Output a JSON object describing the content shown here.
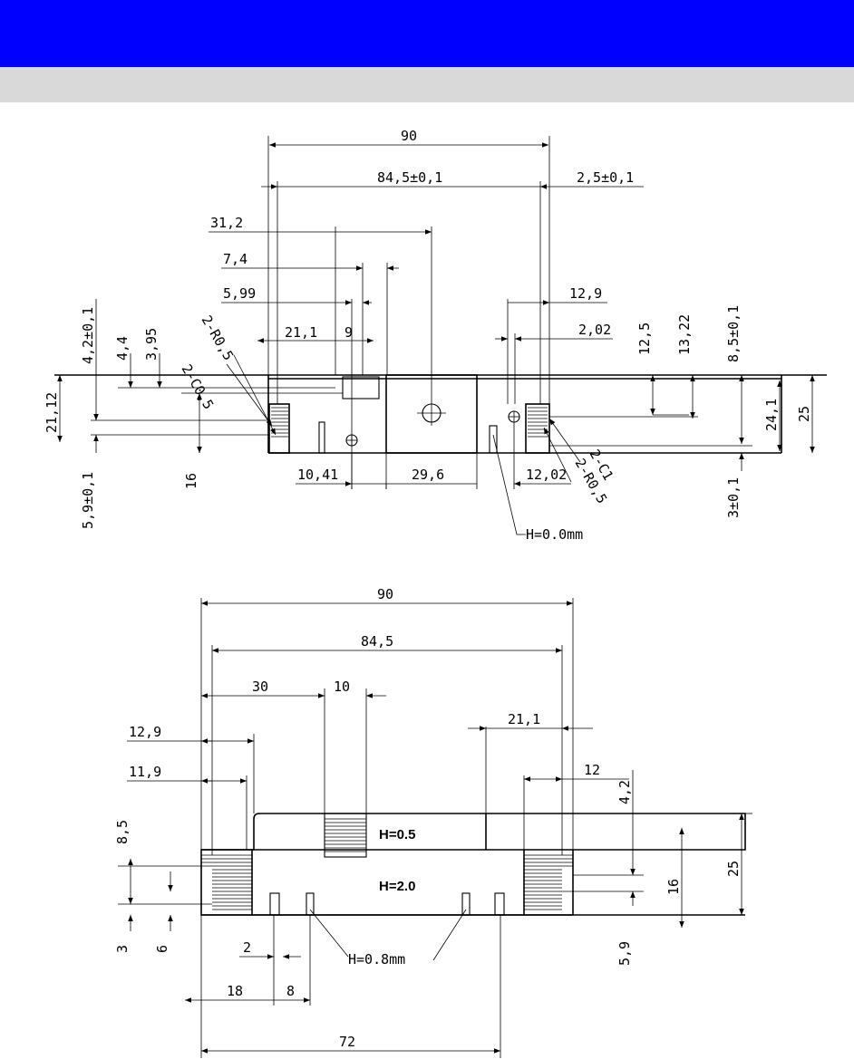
{
  "header": {
    "title": "",
    "subtitle": ""
  },
  "drawing_top": {
    "dims": {
      "d90": "90",
      "d84_5": "84,5±0,1",
      "d2_5": "2,5±0,1",
      "d31_2": "31,2",
      "d7_4": "7,4",
      "d5_99": "5,99",
      "d12_9": "12,9",
      "d21_1": "21,1",
      "d9": "9",
      "d2_02": "2,02",
      "d12_5": "12,5",
      "d13_22": "13,22",
      "d8_5": "8,5±0,1",
      "d4_2": "4,2±0,1",
      "d4_4": "4,4",
      "d3_95": "3,95",
      "d21_12": "21,12",
      "d16": "16",
      "d5_9": "5,9±0,1",
      "d10_41": "10,41",
      "d29_6": "29,6",
      "d12_02": "12,02",
      "d24_1": "24,1",
      "d25": "25",
      "d3": "3±0,1",
      "c05": "2-C0,5",
      "r05_left": "2-R0,5",
      "c1": "2-C1",
      "r05_right": "2-R0,5",
      "h00": "H=0.0mm"
    }
  },
  "drawing_bottom": {
    "dims": {
      "d90": "90",
      "d84_5": "84,5",
      "d30": "30",
      "d10": "10",
      "d21_1": "21,1",
      "d12_9": "12,9",
      "d11_9": "11,9",
      "d12": "12",
      "d4_2": "4,2",
      "d8_5": "8,5",
      "d25": "25",
      "d16": "16",
      "d3": "3",
      "d6": "6",
      "d5_9": "5,9",
      "d2": "2",
      "d18": "18",
      "d8": "8",
      "d72": "72",
      "h05": "H=0.5",
      "h20": "H=2.0",
      "h08": "H=0.8mm"
    }
  }
}
